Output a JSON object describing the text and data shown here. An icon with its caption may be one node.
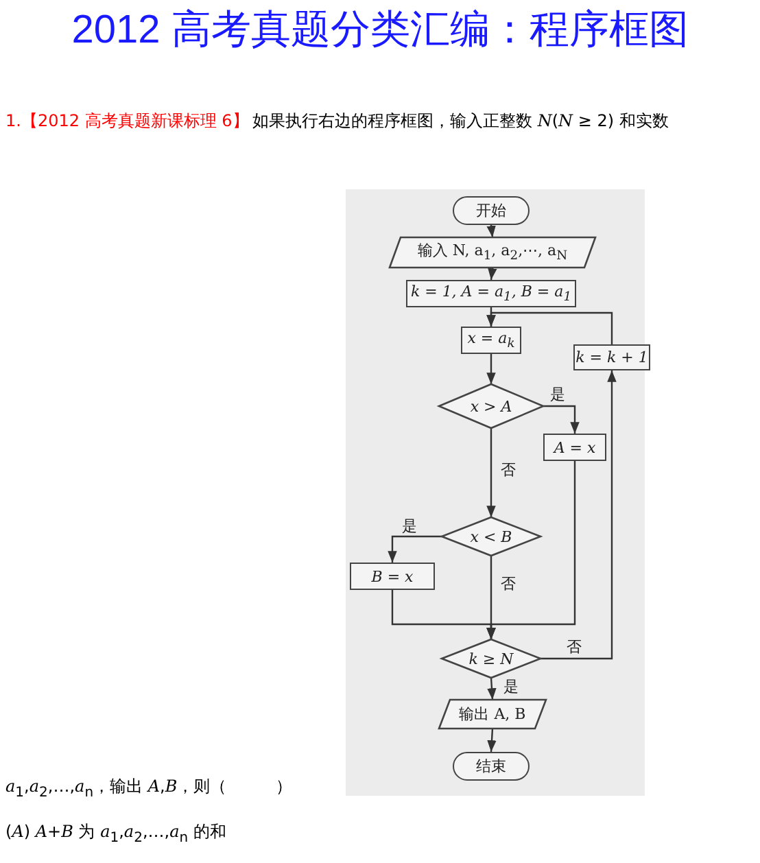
{
  "diagram": {
    "title": "2012 高考真题分类汇编：程序框图",
    "nodes": [
      {
        "text": [
          "开始"
        ]
      },
      {
        "text": [
          "输入 N, a$_{1}$, a$_{2}$,⋯, a$_{N}$"
        ]
      },
      {
        "text": [
          "k = 1, A = a$_{1}$, B = a$_{1}$"
        ]
      },
      {
        "text": [
          "x = a$_{k}$"
        ]
      },
      {
        "text": [
          "x > A"
        ]
      },
      {
        "text": [
          "A = x"
        ]
      },
      {
        "text": [
          "x < B"
        ]
      },
      {
        "text": [
          "B = x"
        ]
      },
      {
        "text": [
          "k ≥ N"
        ]
      },
      {
        "text": [
          "k = k + 1"
        ]
      },
      {
        "text": [
          "输出 A, B"
        ]
      },
      {
        "text": [
          "结束"
        ]
      }
    ],
    "edges": [
      {
        "from": 0,
        "to": 1,
        "arrow": "to"
      },
      {
        "from": 1,
        "to": 2,
        "arrow": "to"
      },
      {
        "from": 2,
        "to": 3,
        "arrow": "to"
      },
      {
        "from": 3,
        "to": 4,
        "arrow": "to"
      },
      {
        "from": 4,
        "to": 5,
        "arrow": "to",
        "label": "是"
      },
      {
        "from": 4,
        "to": 6,
        "arrow": "to",
        "label": "否"
      },
      {
        "from": 6,
        "to": 7,
        "arrow": "to",
        "label": "是"
      },
      {
        "from": 6,
        "to": 8,
        "arrow": "to",
        "label": "否"
      },
      {
        "from": 7,
        "to": 8,
        "arrow": "to"
      },
      {
        "from": 5,
        "to": 8,
        "arrow": "to"
      },
      {
        "from": 8,
        "to": 9,
        "arrow": "to",
        "label": "否"
      },
      {
        "from": 9,
        "to": 3,
        "arrow": "to"
      },
      {
        "from": 8,
        "to": 10,
        "arrow": "to",
        "label": "是"
      },
      {
        "from": 10,
        "to": 11,
        "arrow": "to"
      }
    ],
    "labels": [
      "1.【2012 高考真题新课标理 6】",
      "如果执行右边的程序框图，输入正整数 *N*(*N* ≥ 2) 和实数",
      "*a*$_{1}$,*a*$_{2}$,…,*a*$_{n}$，输出 *A*,*B*，则（　　　）",
      "(*A*) *A*+*B* 为 *a*$_{1}$,*a*$_{2}$,…,*a*$_{n}$ 的和"
    ]
  }
}
